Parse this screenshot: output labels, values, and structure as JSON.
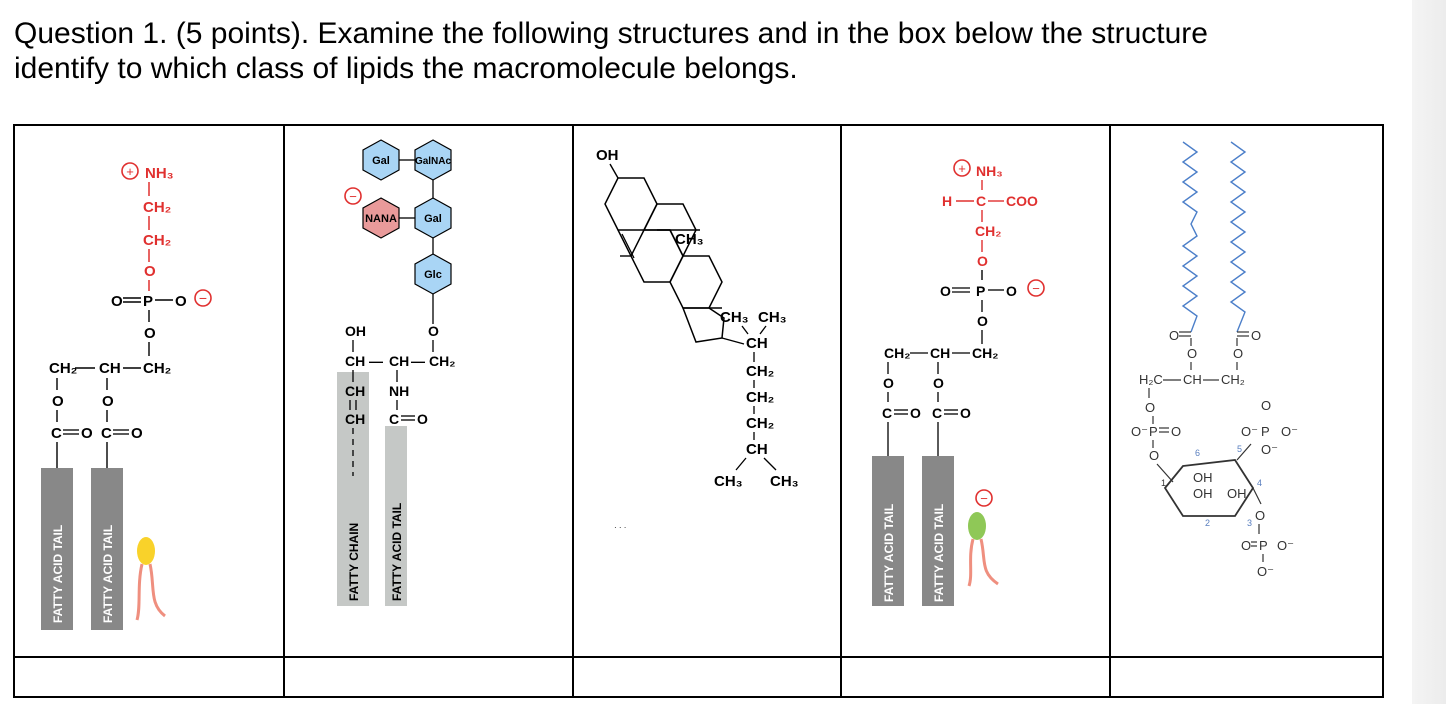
{
  "question": {
    "line1": "Question 1.  (5 points).  Examine the following structures and in the box below the structure",
    "line2": "identify to which class of lipids the macromolecule belongs."
  },
  "structures": {
    "s1": {
      "nh3": "NH₃",
      "ch2a": "CH₂",
      "ch2b": "CH₂",
      "o1": "O",
      "opo_left": "O",
      "p": "P",
      "opo_right": "O",
      "o2": "O",
      "backbone_ch2_left": "CH₂",
      "backbone_dash1": "—",
      "backbone_ch": "CH",
      "backbone_dash2": "—",
      "backbone_ch2_right": "CH₂",
      "o3": "O",
      "o4": "O",
      "c1": "C",
      "co1": "O",
      "c2": "C",
      "co2": "O",
      "tail1": "FATTY ACID TAIL",
      "tail2": "FATTY ACID TAIL",
      "plus": "+",
      "minus": "−"
    },
    "s2": {
      "gal_top": "Gal",
      "galnac": "GalNAc",
      "nana": "NANA",
      "gal_mid": "Gal",
      "glc": "Glc",
      "oh": "OH",
      "o_link": "O",
      "ch1": "CH",
      "dash1": "—",
      "ch2": "CH",
      "dash2": "—",
      "ch2_end": "CH₂",
      "ch3": "CH",
      "nh": "NH",
      "ch4": "CH",
      "c": "C",
      "co": "O",
      "chain": "FATTY CHAIN",
      "tail": "FATTY ACID TAIL",
      "minus": "−"
    },
    "s3": {
      "oh": "OH",
      "ch3_methyl": "CH₃",
      "ch3_a": "CH₃",
      "ch3_b": "CH₃",
      "ch_1": "CH",
      "ch2_1": "CH₂",
      "ch2_2": "CH₂",
      "ch2_3": "CH₂",
      "ch_2": "CH",
      "ch3_c": "CH₃",
      "ch3_d": "CH₃",
      "dots": "· · ·"
    },
    "s4": {
      "nh3": "NH₃",
      "h": "H",
      "c_alpha": "C",
      "coo": "COO",
      "ch2": "CH₂",
      "o1": "O",
      "opo_left": "O",
      "p": "P",
      "opo_right": "O",
      "o2": "O",
      "backbone_ch2_left": "CH₂",
      "backbone_ch": "CH",
      "backbone_ch2_right": "CH₂",
      "o3": "O",
      "o4": "O",
      "c1": "C",
      "co1": "O",
      "c2": "C",
      "co2": "O",
      "tail1": "FATTY ACID TAIL",
      "tail2": "FATTY ACID TAIL",
      "plus": "+",
      "minus": "−",
      "minus2": "−"
    },
    "s5": {
      "o_l": "O",
      "o_r": "O",
      "o_bl": "O",
      "o_br": "O",
      "h2c": "H₂C",
      "ch": "CH",
      "ch2": "CH₂",
      "o_link": "O",
      "o_minus_left": "O⁻",
      "p_left": "P",
      "o_double_left": "O",
      "o_ring": "O",
      "o_top_right": "O",
      "o_minus_right": "O⁻",
      "p_right": "P",
      "o_right_end": "O⁻",
      "o_bottom_right": "O⁻",
      "oh1": "OH",
      "oh2": "OH",
      "oh3": "OH",
      "n1": "1",
      "n2": "2",
      "n3": "3",
      "n4": "4",
      "n5": "5",
      "n6": "6",
      "o_low": "O",
      "o_minus_low_left": "O",
      "p_low": "P",
      "o_minus_low_right": "O⁻",
      "o_minus_low_bottom": "O⁻"
    }
  },
  "answers": [
    "",
    "",
    "",
    "",
    ""
  ],
  "colors": {
    "headgroup_red": "#e0302f",
    "hex_blue": "#a9d5f5",
    "nana_pink": "#e99a9a",
    "tail_gray": "#888888",
    "chain_lightgray": "#c5c8c6",
    "yellow_head": "#f9d22a",
    "green_head": "#8fc857",
    "tail_salmon": "#ef8f7f",
    "chain_blue": "#4c7fc9",
    "ring_text_blue": "#5a7fbf"
  }
}
